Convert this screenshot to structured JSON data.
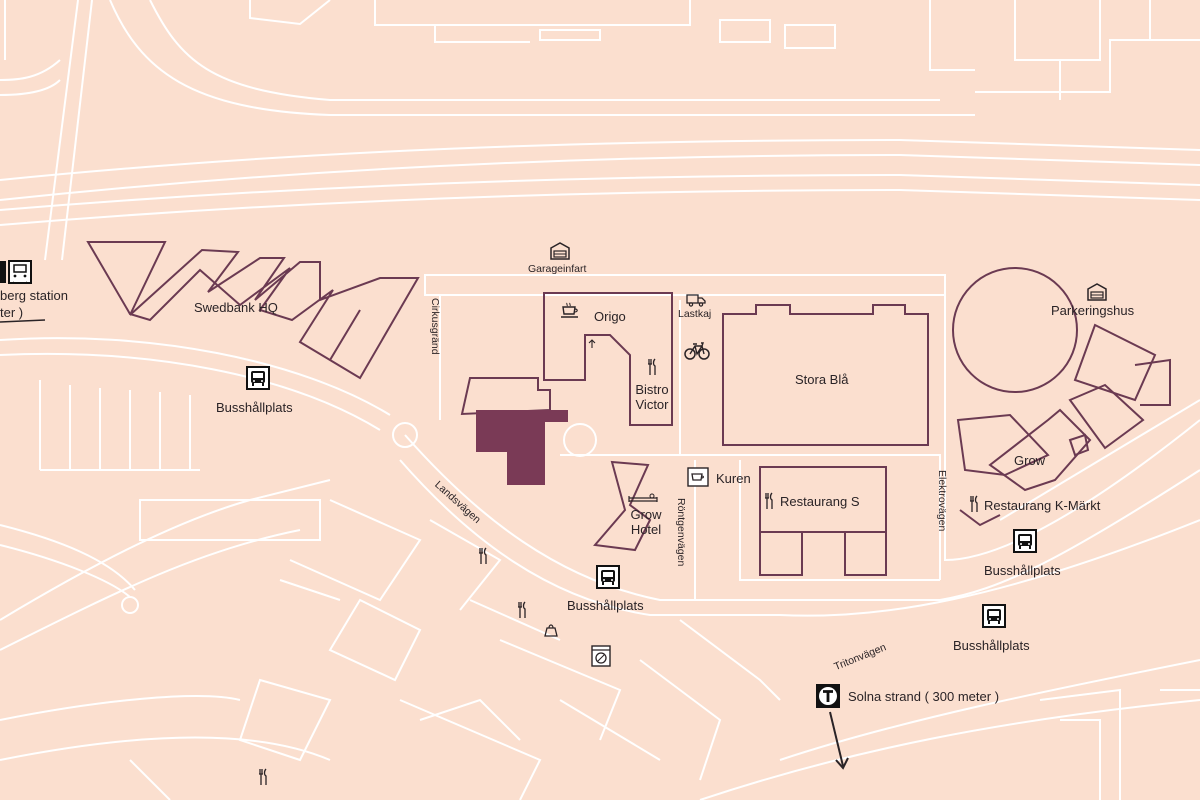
{
  "colors": {
    "background": "#fbdfcf",
    "street_lines": "#ffffff",
    "building_outline": "#6b3a52",
    "highlight_building": "#7a3a56",
    "text": "#2a2326"
  },
  "labels": {
    "station_left": "berg station",
    "station_left_sub": "ter )",
    "swedbank": "Swedbank HQ",
    "busshallplats_1": "Busshållplats",
    "garageinfart": "Garageinfart",
    "origo": "Origo",
    "lastkaj": "Lastkaj",
    "bistro_victor_1": "Bistro",
    "bistro_victor_2": "Victor",
    "stora_bla": "Stora Blå",
    "parkeringshus": "Parkeringshus",
    "grow": "Grow",
    "kuren": "Kuren",
    "restaurang_s": "Restaurang S",
    "restaurang_k": "Restaurang K-Märkt",
    "grow_hotel_1": "Grow",
    "grow_hotel_2": "Hotel",
    "busshallplats_2": "Busshållplats",
    "busshallplats_3": "Busshållplats",
    "busshallplats_4": "Busshållplats",
    "solna_strand": "Solna strand ( 300 meter )",
    "cirkusgrand": "Cirkusgränd",
    "landsvagen": "Landsvägen",
    "rontgenvagen": "Röntgenvägen",
    "elektrovagen": "Elektrovägen",
    "tritonvagen": "Tritonvägen"
  },
  "icons": {
    "train": "train-icon",
    "bus": "bus-icon",
    "garage": "garage-icon",
    "coffee": "coffee-cup-icon",
    "truck": "delivery-truck-icon",
    "bicycle": "bicycle-icon",
    "restaurant": "fork-knife-icon",
    "hotel": "bed-icon",
    "parking": "parking-garage-icon",
    "metro": "metro-T-icon",
    "shopping": "shopping-bag-icon",
    "laundry": "washing-machine-icon",
    "direction": "arrow-down-icon"
  }
}
